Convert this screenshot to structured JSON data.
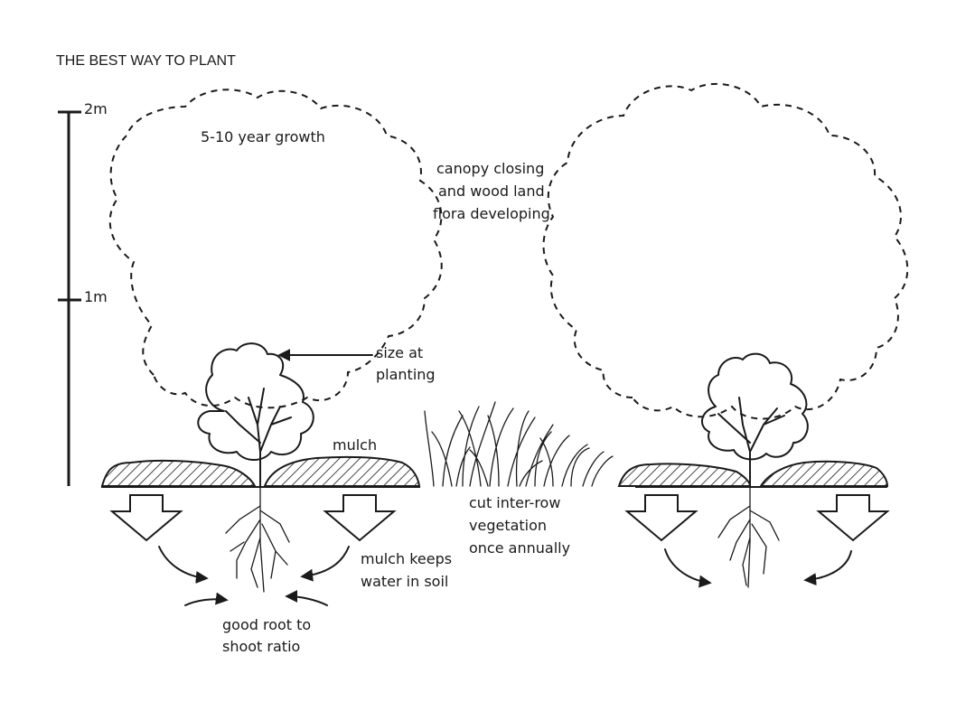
{
  "title": "THE BEST WAY TO PLANT",
  "scale": {
    "top_label": "2m",
    "mid_label": "1m"
  },
  "labels": {
    "growth": "5-10 year growth",
    "canopy_line1": "canopy closing",
    "canopy_line2": "and wood land",
    "canopy_line3": "flora developing",
    "size_line1": "size at",
    "size_line2": "planting",
    "mulch": "mulch",
    "cut_line1": "cut inter-row",
    "cut_line2": "vegetation",
    "cut_line3": "once annually",
    "keeps_line1": "mulch keeps",
    "keeps_line2": "water in soil",
    "root_line1": "good root to",
    "root_line2": "shoot ratio"
  },
  "icons": {
    "down_arrow": "down-arrow-icon",
    "curved_arrow": "curved-arrow-icon"
  }
}
